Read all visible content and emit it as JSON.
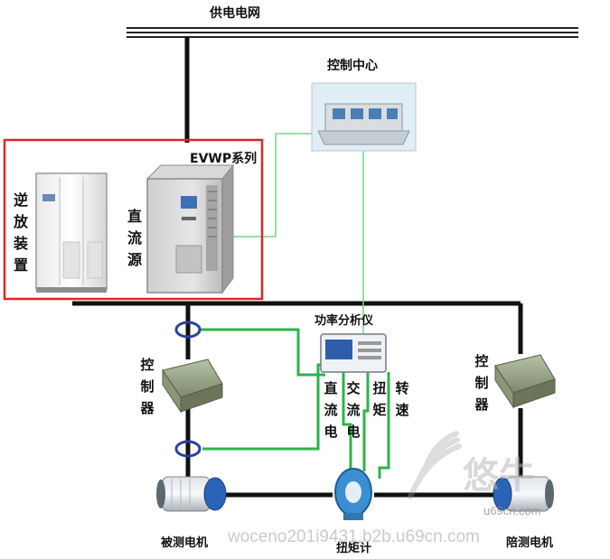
{
  "labels": {
    "grid": "供电电网",
    "control_center": "控制中心",
    "evwp_series": "EVWP系列",
    "inverter": "逆放装置",
    "dc_source": "直流源",
    "power_analyzer": "功率分析仪",
    "controller_left": "控制器",
    "controller_right": "控制器",
    "dc_current": "直流电",
    "ac_current": "交流电",
    "torque": "扭矩",
    "speed": "转速",
    "motor_under_test": "被测电机",
    "torque_meter": "扭矩计",
    "load_motor": "陪测电机"
  },
  "watermark": {
    "url": "woceno201i9431.b2b.u69cn.com",
    "brand": "悠牛",
    "brand_url": "u69cn.com"
  },
  "colors": {
    "grid_line": "#222222",
    "power_line": "#111111",
    "signal_line": "#2db34a",
    "comm_line": "#7ccf8c",
    "highlight_box": "#e0252b",
    "sensor_ring": "#2a3f9e",
    "watermark": "#b9b9b9"
  }
}
